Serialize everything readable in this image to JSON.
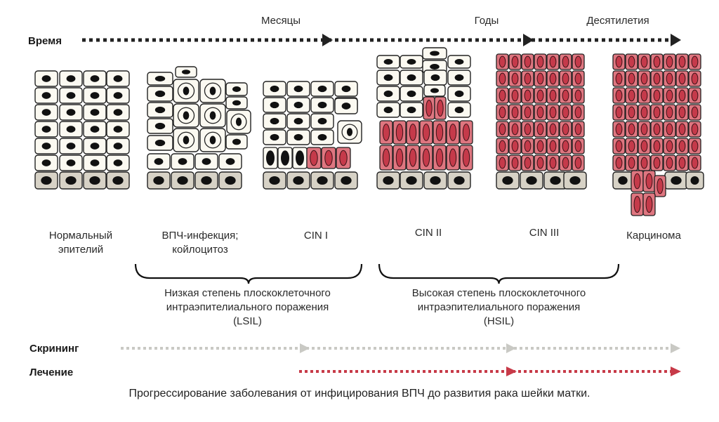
{
  "timeline": {
    "label": "Время",
    "markers": [
      "Месяцы",
      "Годы",
      "Десятилетия"
    ]
  },
  "stages": [
    {
      "label": "Нормальный\nэпителий"
    },
    {
      "label": "ВПЧ-инфекция;\nкойлоцитоз"
    },
    {
      "label": "CIN I"
    },
    {
      "label": "CIN II"
    },
    {
      "label": "CIN III"
    },
    {
      "label": "Карцинома"
    }
  ],
  "groups": [
    {
      "label": "Низкая степень плоскоклеточного\nинтраэпителиального поражения\n(LSIL)"
    },
    {
      "label": "Высокая степень плоскоклеточного\nинтраэпителиального поражения\n(HSIL)"
    }
  ],
  "rows": {
    "screening_label": "Скрининг",
    "treatment_label": "Лечение"
  },
  "caption": "Прогрессирование заболевания от инфицирования ВПЧ до развития рака шейки матки.",
  "colors": {
    "normal_cell": "#fbf9f1",
    "basal_cell": "#d7d2c6",
    "abnormal_cell": "#df7680",
    "abnormal_nucleus": "#c53a4a",
    "screening_arrow": "#c9c9c4",
    "treatment_arrow": "#c73a48",
    "timeline_arrow": "#222222"
  }
}
